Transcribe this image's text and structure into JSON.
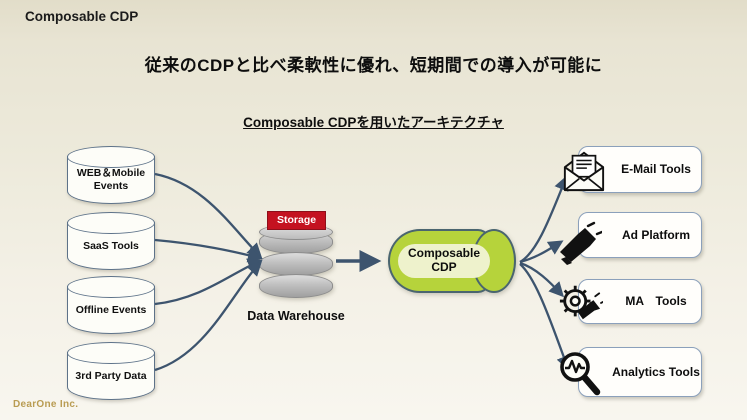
{
  "slide": {
    "page_title": "Composable CDP",
    "headline": "従来のCDPと比べ柔軟性に優れ、短期間での導入が可能に",
    "subtitle": "Composable CDPを用いたアーキテクチャ",
    "footer": "DearOne Inc."
  },
  "diagram": {
    "sources": [
      {
        "label": "WEB＆Mobile Events"
      },
      {
        "label": "SaaS Tools"
      },
      {
        "label": "Offline Events"
      },
      {
        "label": "3rd Party Data"
      }
    ],
    "warehouse": {
      "badge": "Storage",
      "label": "Data Warehouse"
    },
    "cdp": {
      "label": "Composable CDP"
    },
    "destinations": [
      {
        "label": "E-Mail Tools",
        "icon": "email-icon"
      },
      {
        "label": "Ad Platform",
        "icon": "megaphone-icon"
      },
      {
        "label": "MA　Tools",
        "icon": "gear-megaphone-icon"
      },
      {
        "label": "Analytics Tools",
        "icon": "magnifier-pulse-icon"
      }
    ],
    "colors": {
      "arrow": "#3d546e",
      "cdp_green": "#b6d33b",
      "cdp_inner": "#eef2cc",
      "storage_red": "#c41220",
      "footer_gold": "#b99c52",
      "box_border": "#8ba0bb",
      "background_top": "#e2ddc9",
      "background_bottom": "#f8f6ef"
    }
  }
}
